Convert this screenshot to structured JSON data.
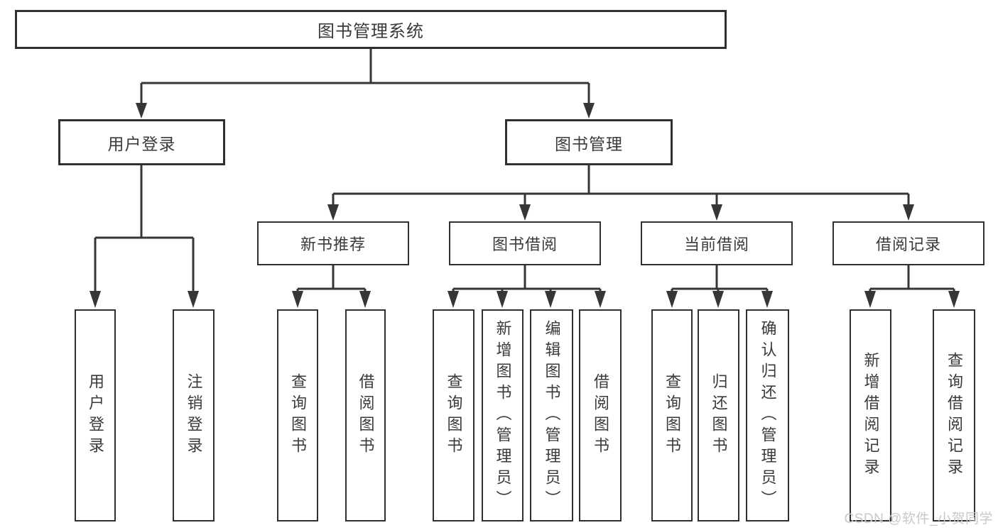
{
  "colors": {
    "background": "#ffffff",
    "line": "#363636",
    "box_border": "#2f2f2f",
    "text": "#3a3a3a",
    "watermark": "#c9c9c9"
  },
  "diagram": {
    "root": {
      "label": "图书管理系统"
    },
    "level2": [
      {
        "label": "用户登录"
      },
      {
        "label": "图书管理"
      }
    ],
    "level3": [
      {
        "label": "新书推荐",
        "parent": "图书管理"
      },
      {
        "label": "图书借阅",
        "parent": "图书管理"
      },
      {
        "label": "当前借阅",
        "parent": "图书管理"
      },
      {
        "label": "借阅记录",
        "parent": "图书管理"
      }
    ],
    "leaves": [
      {
        "label": "用户登录",
        "parent": "用户登录"
      },
      {
        "label": "注销登录",
        "parent": "用户登录"
      },
      {
        "label": "查询图书",
        "parent": "新书推荐"
      },
      {
        "label": "借阅图书",
        "parent": "新书推荐"
      },
      {
        "label": "查询图书",
        "parent": "图书借阅"
      },
      {
        "label": "新增图书（管理员）",
        "parent": "图书借阅"
      },
      {
        "label": "编辑图书（管理员）",
        "parent": "图书借阅"
      },
      {
        "label": "借阅图书",
        "parent": "图书借阅"
      },
      {
        "label": "查询图书",
        "parent": "当前借阅"
      },
      {
        "label": "归还图书",
        "parent": "当前借阅"
      },
      {
        "label": "确认归还（管理员）",
        "parent": "当前借阅"
      },
      {
        "label": "新增借阅记录",
        "parent": "借阅记录"
      },
      {
        "label": "查询借阅记录",
        "parent": "借阅记录"
      }
    ]
  },
  "watermark": {
    "text": "CSDN @软件_小贺同学"
  }
}
